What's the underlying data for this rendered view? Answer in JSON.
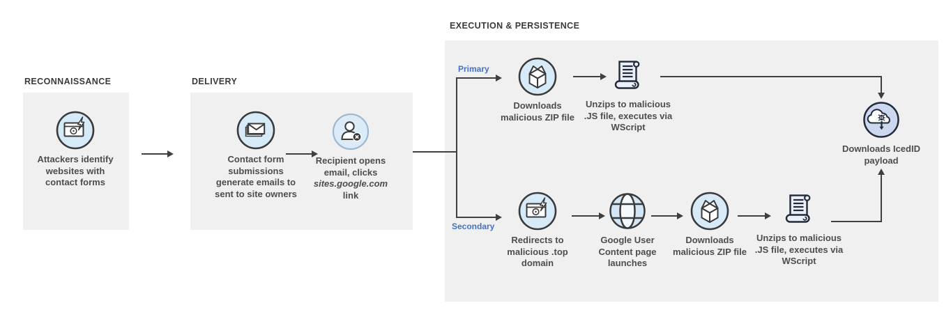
{
  "colors": {
    "background": "#ffffff",
    "stage_box_bg": "#f0f0f1",
    "heading_text": "#3a3a3a",
    "label_text": "#4d4d4d",
    "branch_label_blue": "#4472c4",
    "connector_line": "#3f3f3f",
    "icon_circle_blue": "#d6eaf8",
    "icon_circle_periwinkle": "#ccd8f0",
    "icon_dark_stroke": "#3a3a3a",
    "icon_navy_stroke": "#232936"
  },
  "icons": [
    "contact-form-attack-icon",
    "contact-form-emails-icon",
    "recipient-user-blocked-icon",
    "zip-package-icon",
    "script-scroll-icon",
    "cloud-malware-download-icon",
    "globe-icon"
  ],
  "sections": {
    "reconnaissance": {
      "title": "RECONNAISSANCE",
      "node": {
        "icon": "contact-form-attack-icon",
        "label": "Attackers identify websites with contact forms"
      }
    },
    "delivery": {
      "title": "DELIVERY",
      "node_emails": {
        "icon": "contact-form-emails-icon",
        "label": "Contact form submissions generate emails to sent to site owners"
      },
      "node_recipient": {
        "icon": "recipient-user-blocked-icon",
        "label_before": "Recipient opens email, clicks",
        "label_link": "sites.google.com",
        "label_after": "link"
      }
    },
    "execution": {
      "title": "EXECUTION & PERSISTENCE",
      "branches": {
        "primary_label": "Primary",
        "secondary_label": "Secondary"
      },
      "primary": {
        "node_zip": {
          "icon": "zip-package-icon",
          "label": "Downloads malicious ZIP file"
        },
        "node_unzip": {
          "icon": "script-scroll-icon",
          "label": "Unzips to malicious .JS file, executes via WScript"
        }
      },
      "payload": {
        "icon": "cloud-malware-download-icon",
        "label": "Downloads IcedID payload"
      },
      "secondary": {
        "node_redirect": {
          "icon": "contact-form-attack-icon",
          "label": "Redirects to malicious .top domain"
        },
        "node_google": {
          "icon": "globe-icon",
          "label": "Google User Content page launches"
        },
        "node_zip": {
          "icon": "zip-package-icon",
          "label": "Downloads malicious ZIP file"
        },
        "node_unzip": {
          "icon": "script-scroll-icon",
          "label": "Unzips to malicious .JS file, executes via WScript"
        }
      }
    }
  }
}
